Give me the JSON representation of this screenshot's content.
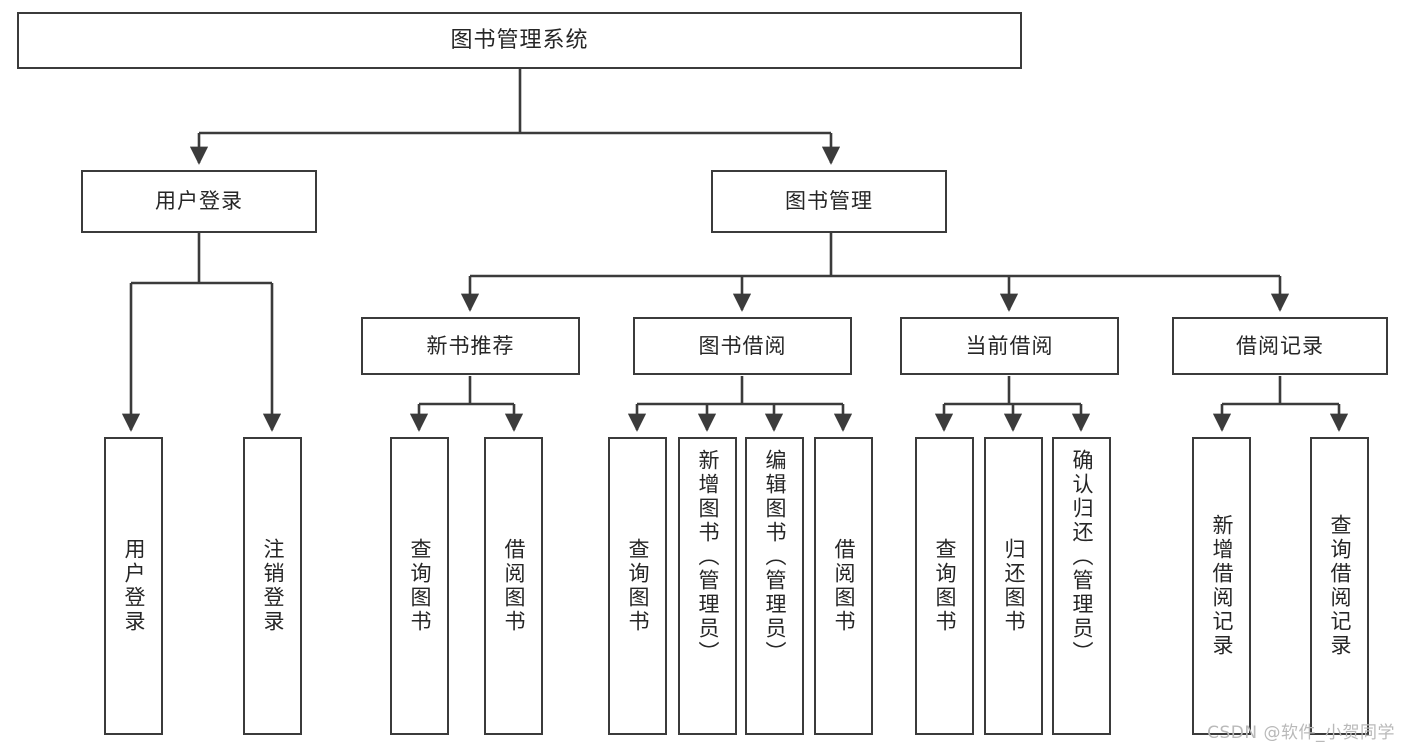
{
  "diagram": {
    "type": "tree",
    "title": "图书管理系统",
    "root": {
      "id": "root",
      "label": "图书管理系统"
    },
    "level2": [
      {
        "id": "user-login",
        "label": "用户登录"
      },
      {
        "id": "book-manage",
        "label": "图书管理"
      }
    ],
    "level3": [
      {
        "id": "new-book-rec",
        "label": "新书推荐"
      },
      {
        "id": "book-borrow",
        "label": "图书借阅"
      },
      {
        "id": "current-borrow",
        "label": "当前借阅"
      },
      {
        "id": "borrow-record",
        "label": "借阅记录"
      }
    ],
    "leaves": [
      {
        "id": "leaf-user-login",
        "label": "用户登录",
        "parent": "user-login"
      },
      {
        "id": "leaf-logout",
        "label": "注销登录",
        "parent": "user-login"
      },
      {
        "id": "leaf-query-book-1",
        "label": "查询图书",
        "parent": "new-book-rec"
      },
      {
        "id": "leaf-borrow-book-1",
        "label": "借阅图书",
        "parent": "new-book-rec"
      },
      {
        "id": "leaf-query-book-2",
        "label": "查询图书",
        "parent": "book-borrow"
      },
      {
        "id": "leaf-add-book",
        "label": "新增图书（管理员）",
        "parent": "book-borrow"
      },
      {
        "id": "leaf-edit-book",
        "label": "编辑图书（管理员）",
        "parent": "book-borrow"
      },
      {
        "id": "leaf-borrow-book-2",
        "label": "借阅图书",
        "parent": "book-borrow"
      },
      {
        "id": "leaf-query-book-3",
        "label": "查询图书",
        "parent": "current-borrow"
      },
      {
        "id": "leaf-return-book",
        "label": "归还图书",
        "parent": "current-borrow"
      },
      {
        "id": "leaf-confirm-return",
        "label": "确认归还（管理员）",
        "parent": "current-borrow"
      },
      {
        "id": "leaf-add-record",
        "label": "新增借阅记录",
        "parent": "borrow-record"
      },
      {
        "id": "leaf-query-record",
        "label": "查询借阅记录",
        "parent": "borrow-record"
      }
    ],
    "colors": {
      "stroke": "#3b3b3b",
      "text": "#262626",
      "background": "#ffffff",
      "watermark": "#b9b9b9"
    }
  },
  "watermark": {
    "text": "CSDN @软件_小贺同学"
  }
}
